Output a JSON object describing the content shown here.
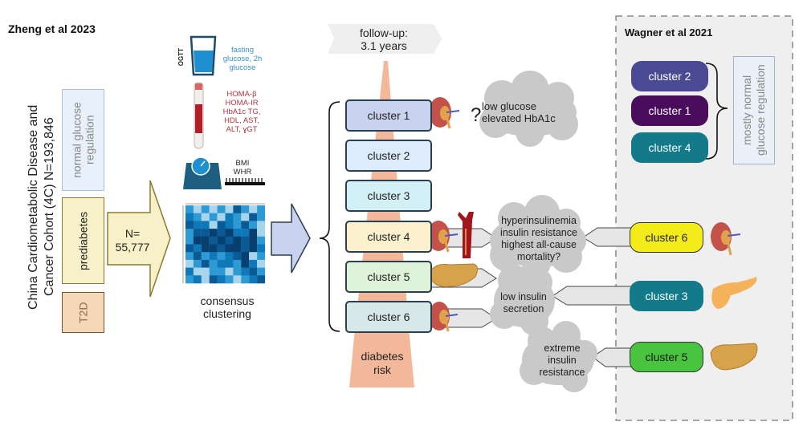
{
  "left_study": {
    "title": "Zheng et al 2023",
    "cohort_label": "China Cardiometabolic Disease and Cancer Cohort (4C) N=193,846",
    "groups": [
      {
        "label": "normal glucose regulation",
        "color": "#e8f0fb",
        "border": "#a9bfdc"
      },
      {
        "label": "prediabetes",
        "color": "#f8f0c8",
        "border": "#8a7a30"
      },
      {
        "label": "T2D",
        "color": "#f5d8b8",
        "border": "#7a5630"
      }
    ],
    "sample_arrow": {
      "label": "N=\n55,777"
    },
    "measures": [
      {
        "icon": "glass-icon",
        "side_label": "OGTT",
        "text": "fasting glucose, 2h glucose",
        "color": "#3b8fc4"
      },
      {
        "icon": "blood-tube-icon",
        "text": "HOMA-β HOMA-IR HbA1c TG, HDL, AST, ALT, ɣGT",
        "color": "#b2333d"
      },
      {
        "icon": "scale-icon",
        "text": "BMI WHR",
        "color": "#222222"
      }
    ],
    "heatmap_label": "consensus clustering"
  },
  "center": {
    "followup": "follow-up:\n3.1 years",
    "risk_label": "diabetes\nrisk",
    "clusters": [
      {
        "label": "cluster 1",
        "color": "#c9d2ee"
      },
      {
        "label": "cluster 2",
        "color": "#dcecfa"
      },
      {
        "label": "cluster 3",
        "color": "#d3f0f6"
      },
      {
        "label": "cluster 4",
        "color": "#fbf1cc"
      },
      {
        "label": "cluster 5",
        "color": "#ddf2d8"
      },
      {
        "label": "cluster 6",
        "color": "#d7e8e8"
      }
    ],
    "clouds": [
      {
        "text": "low glucose\nelevated HbA1c",
        "prefix": "?"
      },
      {
        "text": "hyperinsulinemia\ninsulin resistance\nhighest all-cause\nmortality?"
      },
      {
        "text": "low insulin\nsecretion"
      },
      {
        "text": "extreme\ninsulin\nresistance"
      }
    ]
  },
  "right_study": {
    "title": "Wagner et al 2021",
    "group_label": "mostly normal glucose regulation",
    "grouped_clusters": [
      {
        "label": "cluster 2",
        "color": "#4a4a94",
        "text_color": "#ffffff"
      },
      {
        "label": "cluster 1",
        "color": "#4a0c5c",
        "text_color": "#ffffff"
      },
      {
        "label": "cluster 4",
        "color": "#137a8a",
        "text_color": "#ffffff"
      }
    ],
    "mapped_clusters": [
      {
        "label": "cluster 6",
        "color": "#f4ec1a",
        "text_color": "#222222",
        "organ": "kidney-icon"
      },
      {
        "label": "cluster 3",
        "color": "#137a8a",
        "text_color": "#ffffff",
        "organ": "pancreas-icon"
      },
      {
        "label": "cluster 5",
        "color": "#49c43f",
        "text_color": "#1a1a1a",
        "organ": "liver-icon"
      }
    ]
  }
}
